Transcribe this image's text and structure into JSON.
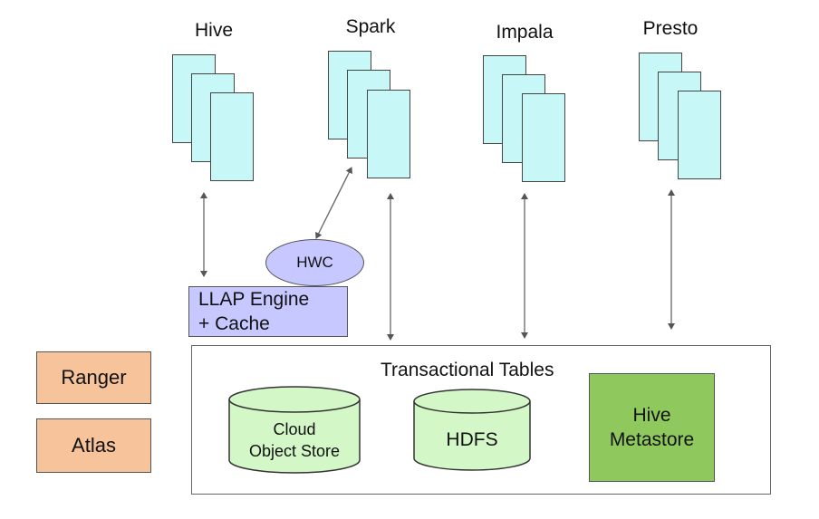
{
  "engines": [
    {
      "label": "Hive"
    },
    {
      "label": "Spark"
    },
    {
      "label": "Impala"
    },
    {
      "label": "Presto"
    }
  ],
  "components": {
    "hwc": "HWC",
    "llap_line1": "LLAP Engine",
    "llap_line2": "+ Cache",
    "ranger": "Ranger",
    "atlas": "Atlas",
    "transactional_tables": "Transactional Tables",
    "cloud_line1": "Cloud",
    "cloud_line2": "Object Store",
    "hdfs": "HDFS",
    "metastore_line1": "Hive",
    "metastore_line2": "Metastore"
  },
  "colors": {
    "engine_card": "#c8f7f7",
    "llap_hwc": "#c6c8ff",
    "side_boxes": "#f6c39a",
    "cylinders": "#d3f7c6",
    "metastore": "#8fc95d"
  }
}
